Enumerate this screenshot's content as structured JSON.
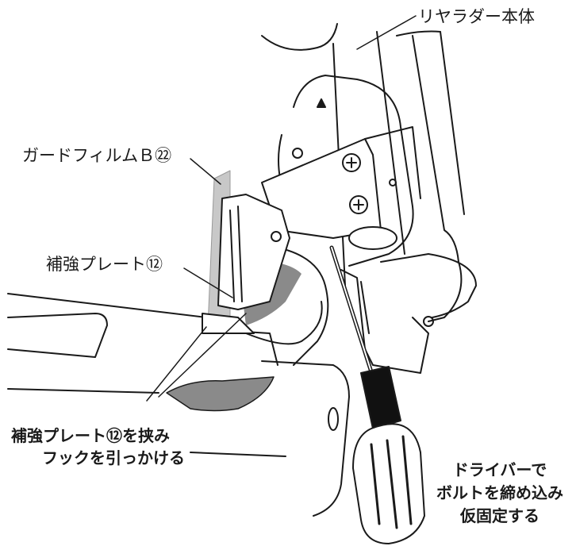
{
  "labels": {
    "rear_ladder_body": "リヤラダー本体",
    "guard_film_b": "ガードフィルムＢ㉒",
    "reinforcement_plate": "補強プレート⑫",
    "hook_instruction": [
      "補強プレート⑫を挟み",
      "フックを引っかける"
    ],
    "driver_instruction": [
      "ドライバーで",
      "ボルトを締め込み",
      "仮固定する"
    ]
  },
  "colors": {
    "line": "#1a1a1a",
    "film_gray": "#c8c8c8",
    "shadow_gray": "#8a8a8a",
    "handle_black": "#111111"
  }
}
